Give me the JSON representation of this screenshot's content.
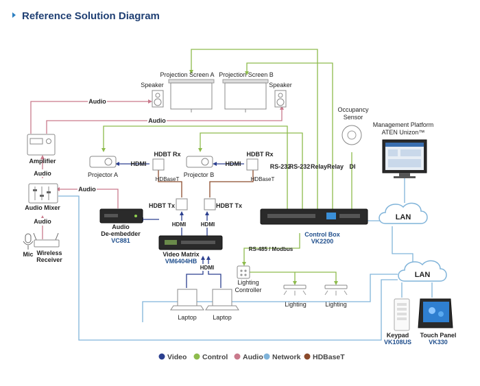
{
  "title": "Reference Solution Diagram",
  "colors": {
    "video": "#2b3f8f",
    "control": "#8dbb4c",
    "audio": "#c9798b",
    "network": "#7fb3d9",
    "hdbaset": "#8b4a2b",
    "title": "#1f3f73"
  },
  "screens": {
    "a": "Projection Screen A",
    "b": "Projection Screen B"
  },
  "speaker": "Speaker",
  "audio": "Audio",
  "amplifier": "Amplifier",
  "audio_mixer": "Audio Mixer",
  "mic": "Mic",
  "wireless_receiver": [
    "Wireless",
    "Receiver"
  ],
  "projector_a": "Projector A",
  "projector_b": "Projector B",
  "hdmi": "HDMI",
  "hdbt_rx": "HDBT Rx",
  "hdbt_tx": "HDBT Tx",
  "hdbaset": "HDBaseT",
  "de_embedder": {
    "name": [
      "Audio",
      "De-embedder"
    ],
    "model": "VC881"
  },
  "video_matrix": {
    "name": "Video Matrix",
    "model": "VM6404HB"
  },
  "laptop": "Laptop",
  "control_box": {
    "name": "Control Box",
    "model": "VK2200"
  },
  "ports": {
    "rs232": "RS-232",
    "relay": "Relay",
    "di": "DI"
  },
  "occupancy_sensor": [
    "Occupancy",
    "Sensor"
  ],
  "management_platform": [
    "Management Platform",
    "ATEN Unizon™"
  ],
  "lan": "LAN",
  "rs485": "RS-485 / Modbus",
  "lighting_controller": [
    "Lighting",
    "Controller"
  ],
  "lighting": "Lighting",
  "keypad": {
    "name": "Keypad",
    "model": "VK108US"
  },
  "touch_panel": {
    "name": "Touch Panel",
    "model": "VK330"
  },
  "legend": [
    "Video",
    "Control",
    "Audio",
    "Network",
    "HDBaseT"
  ]
}
